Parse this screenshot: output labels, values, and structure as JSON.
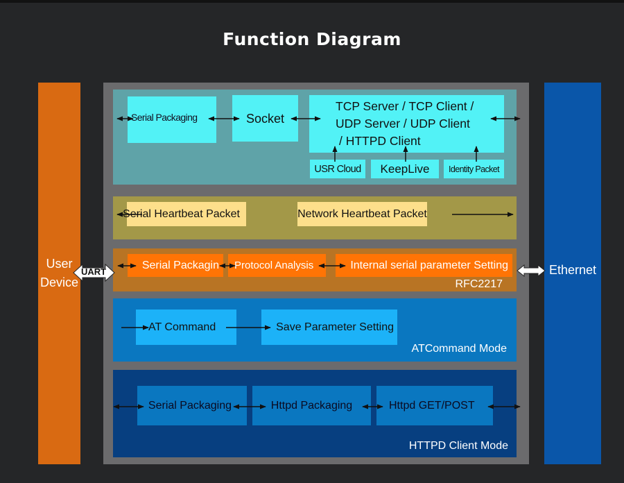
{
  "title": "Function Diagram",
  "left_block": {
    "label_line1": "User",
    "label_line2": "Device",
    "color": "#d96a12"
  },
  "right_block": {
    "label": "Ethernet",
    "color": "#0a56a9"
  },
  "uart_label": "UART",
  "sections": {
    "socket": {
      "color": "#5fa3a8",
      "serial_packaging": "Serial Packaging",
      "socket": "Socket",
      "protocols": [
        "TCP Server / TCP Client /",
        "UDP Server / UDP Client",
        "/ HTTPD Client"
      ],
      "sub_boxes": [
        "USR Cloud",
        "KeepLive",
        "Identity Packet"
      ]
    },
    "heartbeat": {
      "color": "#a39848",
      "serial": "Serial Heartbeat Packet",
      "network": "Network Heartbeat Packet"
    },
    "rfc2217": {
      "color": "#b87424",
      "mode_label": "RFC2217",
      "boxes": [
        "Serial Packagin",
        "Protocol Analysis",
        "Internal serial parameter Setting"
      ]
    },
    "atcommand": {
      "color": "#0a77c0",
      "mode_label": "ATCommand Mode",
      "boxes": [
        "AT Command",
        "Save Parameter Setting"
      ]
    },
    "httpd": {
      "color": "#073f80",
      "mode_label": "HTTPD Client Mode",
      "boxes": [
        "Serial Packaging",
        "Httpd Packaging",
        "Httpd GET/POST"
      ]
    }
  }
}
